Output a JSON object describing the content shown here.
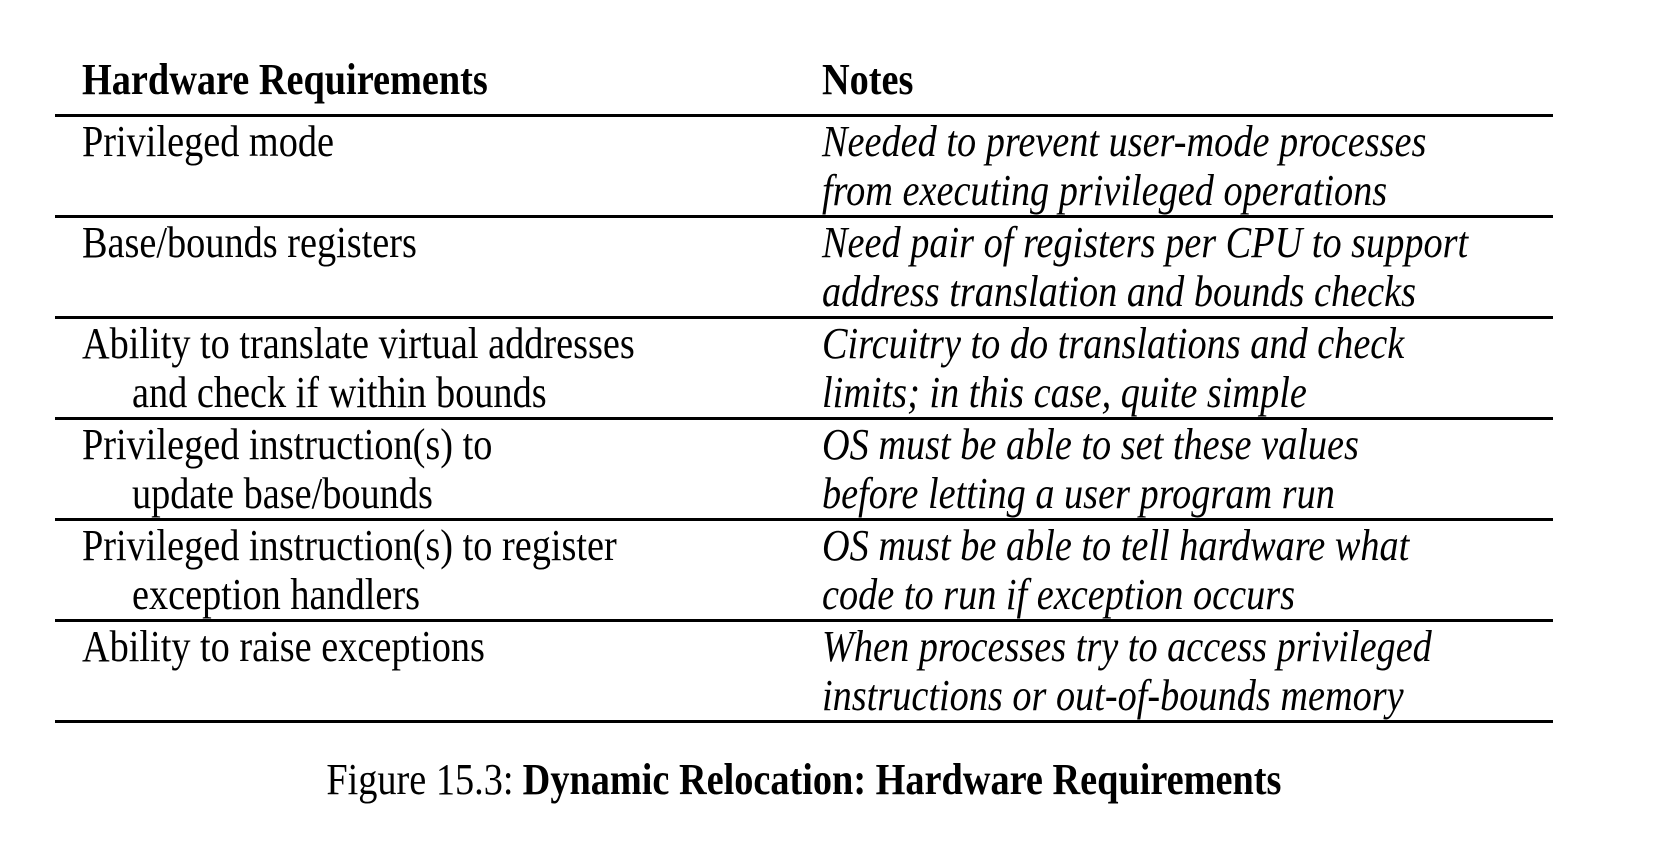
{
  "colors": {
    "text": "#000000",
    "background": "#ffffff",
    "rule": "#000000"
  },
  "table": {
    "headers": [
      "Hardware Requirements",
      "Notes"
    ],
    "rows": [
      {
        "requirement": [
          "Privileged mode"
        ],
        "notes": [
          "Needed to prevent user-mode processes",
          "from executing privileged operations"
        ]
      },
      {
        "requirement": [
          "Base/bounds registers"
        ],
        "notes": [
          "Need pair of registers per CPU to support",
          "address translation and bounds checks"
        ]
      },
      {
        "requirement": [
          "Ability to translate virtual addresses",
          "and check if within bounds"
        ],
        "notes": [
          "Circuitry to do translations and check",
          "limits; in this case, quite simple"
        ]
      },
      {
        "requirement": [
          "Privileged instruction(s) to",
          "update base/bounds"
        ],
        "notes": [
          "OS must be able to set these values",
          "before letting a user program run"
        ]
      },
      {
        "requirement": [
          "Privileged instruction(s) to register",
          "exception handlers"
        ],
        "notes": [
          "OS must be able to tell hardware what",
          "code to run if exception occurs"
        ]
      },
      {
        "requirement": [
          "Ability to raise exceptions"
        ],
        "notes": [
          "When processes try to access privileged",
          "instructions or out-of-bounds memory"
        ]
      }
    ]
  },
  "caption": {
    "prefix": "Figure 15.3:",
    "title": "Dynamic Relocation: Hardware Requirements"
  }
}
